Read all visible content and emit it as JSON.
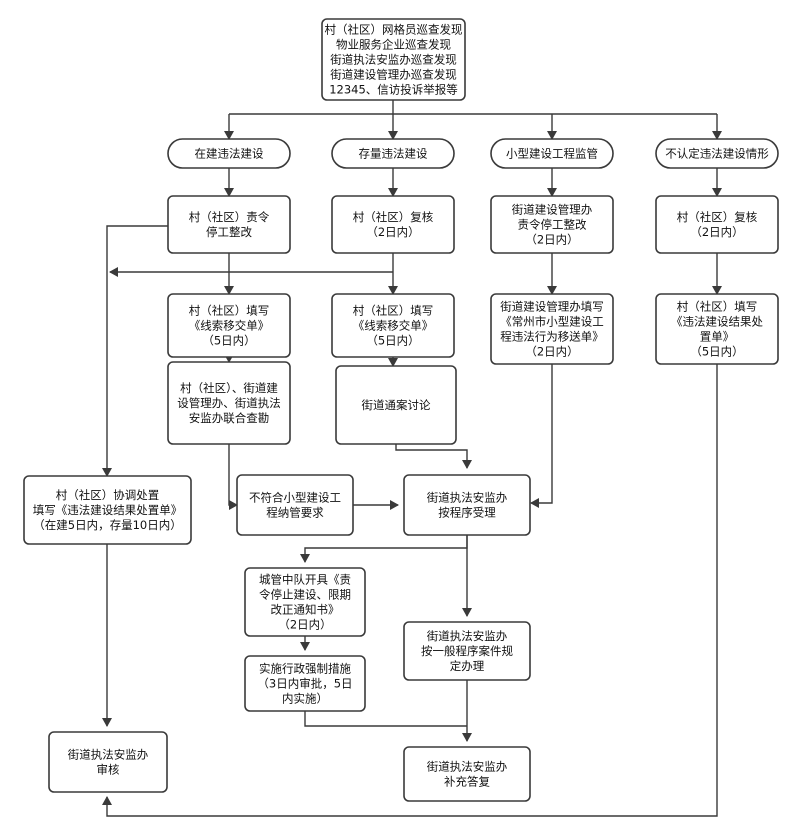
{
  "nodes": {
    "sources": [
      "村（社区）网格员巡查发现",
      "物业服务企业巡查发现",
      "街道执法安监办巡查发现",
      "街道建设管理办巡查发现",
      "12345、信访投诉举报等"
    ],
    "cat_in_construction": [
      "在建违法建设"
    ],
    "cat_existing": [
      "存量违法建设"
    ],
    "cat_small_project": [
      "小型建设工程监管"
    ],
    "cat_not_recognized": [
      "不认定违法建设情形"
    ],
    "village_order_stop": [
      "村（社区）责令",
      "停工整改"
    ],
    "village_review_a": [
      "村（社区）复核",
      "（2日内）"
    ],
    "street_mgmt_order": [
      "街道建设管理办",
      "责令停工整改",
      "（2日内）"
    ],
    "village_review_b": [
      "村（社区）复核",
      "（2日内）"
    ],
    "village_fill_a": [
      "村（社区）填写",
      "《线索移交单》",
      "（5日内）"
    ],
    "village_fill_b": [
      "村（社区）填写",
      "《线索移交单》",
      "（5日内）"
    ],
    "street_mgmt_fill": [
      "街道建设管理办填写",
      "《常州市小型建设工",
      "程违法行为移送单》",
      "（2日内）"
    ],
    "village_fill_result": [
      "村（社区）填写",
      "《违法建设结果处",
      "置单》",
      "（5日内）"
    ],
    "joint_survey": [
      "村（社区）、街道建",
      "设管理办、街道执法",
      "安监办联合查勘"
    ],
    "street_discussion": [
      "街道通案讨论"
    ],
    "village_coordinate": [
      "村（社区）协调处置",
      "填写《违法建设结果处置单》",
      "（在建5日内，存量10日内）"
    ],
    "not_meet_small": [
      "不符合小型建设工",
      "程纳管要求"
    ],
    "accept_by_procedure": [
      "街道执法安监办",
      "按程序受理"
    ],
    "urban_team_notice": [
      "城管中队开具《责",
      "令停止建设、限期",
      "改正通知书》",
      "（2日内）"
    ],
    "general_procedure": [
      "街道执法安监办",
      "按一般程序案件规",
      "定办理"
    ],
    "enforce_measures": [
      "实施行政强制措施",
      "（3日内审批，5日",
      "内实施）"
    ],
    "street_audit": [
      "街道执法安监办",
      "审核"
    ],
    "supplement_reply": [
      "街道执法安监办",
      "补充答复"
    ]
  }
}
